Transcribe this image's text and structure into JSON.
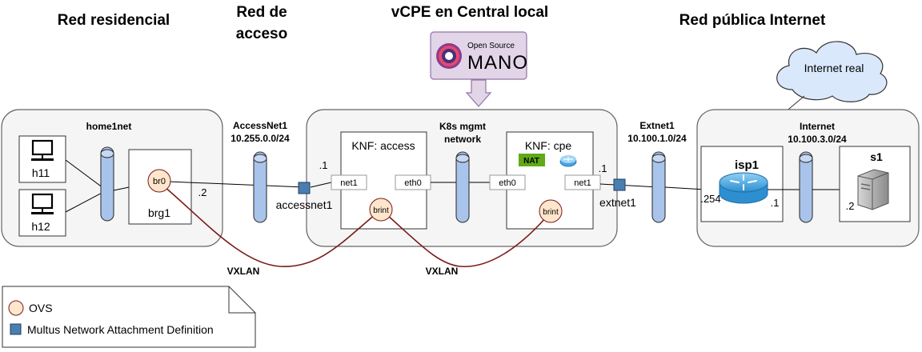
{
  "headings": {
    "residential": "Red residencial",
    "access_line1": "Red de",
    "access_line2": "acceso",
    "vcpe": "vCPE en Central local",
    "public": "Red pública Internet"
  },
  "mano": {
    "small": "Open Source",
    "big": "MANO"
  },
  "cloud": {
    "label": "Internet real"
  },
  "home": {
    "title": "home1net",
    "h11": "h11",
    "h12": "h12",
    "br0": "br0",
    "brg1": "brg1",
    "ip_suffix": ".2"
  },
  "accessnet": {
    "name": "AccessNet1",
    "subnet": "10.255.0.0/24",
    "attach_label": "accessnet1",
    "ip_suffix": ".1"
  },
  "central": {
    "knf_access": {
      "title": "KNF: access",
      "net1": "net1",
      "eth0": "eth0",
      "brint": "brint"
    },
    "k8s_line1": "K8s mgmt",
    "k8s_line2": "network",
    "knf_cpe": {
      "title": "KNF: cpe",
      "nat": "NAT",
      "eth0": "eth0",
      "net1": "net1",
      "brint": "brint",
      "ip_suffix": ".1"
    }
  },
  "extnet": {
    "name": "Extnet1",
    "subnet": "10.100.1.0/24",
    "attach_label": "extnet1"
  },
  "internet": {
    "title": "Internet",
    "subnet": "10.100.3.0/24",
    "isp1": "isp1",
    "isp_ip_left": ".254",
    "isp_ip_right": ".1",
    "s1": "s1",
    "s1_ip": ".2"
  },
  "vxlan": {
    "left": "VXLAN",
    "right": "VXLAN"
  },
  "legend": {
    "ovs": "OVS",
    "multus": "Multus Network Attachment Definition"
  },
  "colors": {
    "box_fill": "#f5f5f5",
    "switch_fill": "#a9c4eb",
    "ovs_fill": "#ffe6cc",
    "vxlan": "#7a1a1a",
    "nat": "#60a917",
    "mano_fill": "#e1d5e7",
    "multus": "#4a7eb0"
  }
}
